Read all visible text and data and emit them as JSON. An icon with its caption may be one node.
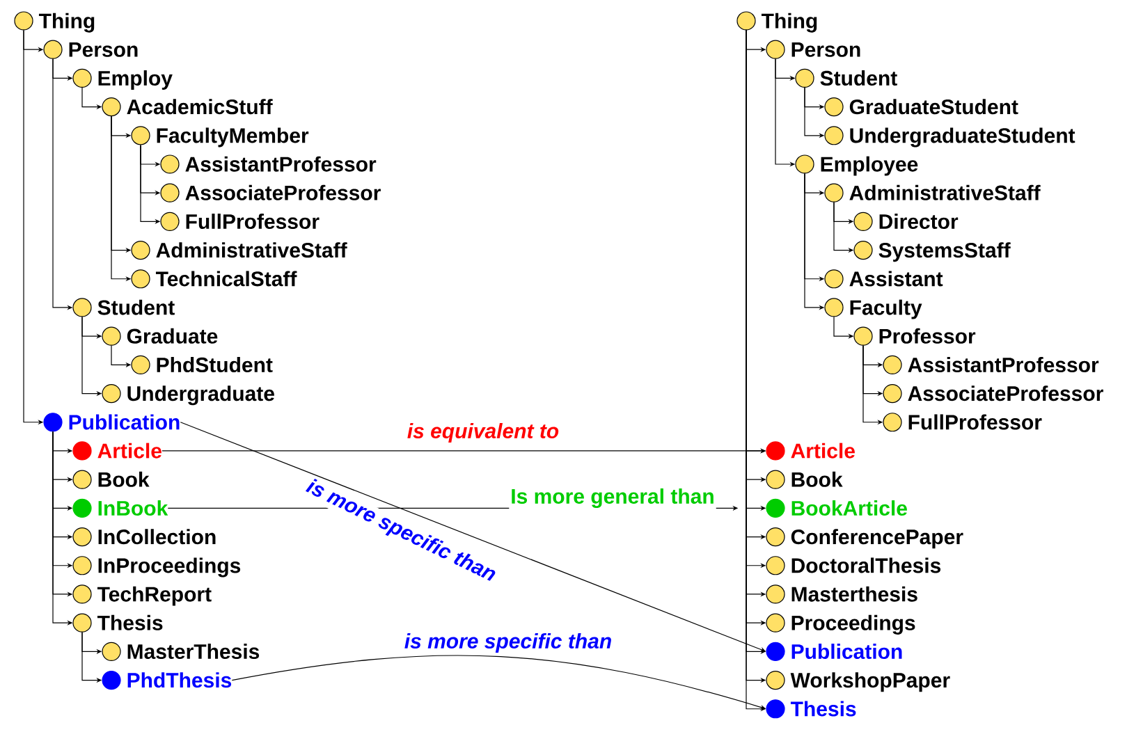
{
  "diagram": {
    "nodes": [
      {
        "text": [
          "Thing"
        ]
      },
      {
        "text": [
          "Person"
        ]
      },
      {
        "text": [
          "Employ"
        ]
      },
      {
        "text": [
          "AcademicStuff"
        ]
      },
      {
        "text": [
          "FacultyMember"
        ]
      },
      {
        "text": [
          "AssistantProfessor"
        ]
      },
      {
        "text": [
          "AssociateProfessor"
        ]
      },
      {
        "text": [
          "FullProfessor"
        ]
      },
      {
        "text": [
          "AdministrativeStaff"
        ]
      },
      {
        "text": [
          "TechnicalStaff"
        ]
      },
      {
        "text": [
          "Student"
        ]
      },
      {
        "text": [
          "Graduate"
        ]
      },
      {
        "text": [
          "PhdStudent"
        ]
      },
      {
        "text": [
          "Undergraduate"
        ]
      },
      {
        "text": [
          "Publication"
        ]
      },
      {
        "text": [
          "Article"
        ]
      },
      {
        "text": [
          "Book"
        ]
      },
      {
        "text": [
          "InBook"
        ]
      },
      {
        "text": [
          "InCollection"
        ]
      },
      {
        "text": [
          "InProceedings"
        ]
      },
      {
        "text": [
          "TechReport"
        ]
      },
      {
        "text": [
          "Thesis"
        ]
      },
      {
        "text": [
          "MasterThesis"
        ]
      },
      {
        "text": [
          "PhdThesis"
        ]
      },
      {
        "text": [
          "Thing"
        ]
      },
      {
        "text": [
          "Person"
        ]
      },
      {
        "text": [
          "Student"
        ]
      },
      {
        "text": [
          "GraduateStudent"
        ]
      },
      {
        "text": [
          "UndergraduateStudent"
        ]
      },
      {
        "text": [
          "Employee"
        ]
      },
      {
        "text": [
          "AdministrativeStaff"
        ]
      },
      {
        "text": [
          "Director"
        ]
      },
      {
        "text": [
          "SystemsStaff"
        ]
      },
      {
        "text": [
          "Assistant"
        ]
      },
      {
        "text": [
          "Faculty"
        ]
      },
      {
        "text": [
          "Professor"
        ]
      },
      {
        "text": [
          "AssistantProfessor"
        ]
      },
      {
        "text": [
          "AssociateProfessor"
        ]
      },
      {
        "text": [
          "FullProfessor"
        ]
      },
      {
        "text": [
          "Article"
        ]
      },
      {
        "text": [
          "Book"
        ]
      },
      {
        "text": [
          "BookArticle"
        ]
      },
      {
        "text": [
          "ConferencePaper"
        ]
      },
      {
        "text": [
          "DoctoralThesis"
        ]
      },
      {
        "text": [
          "Masterthesis"
        ]
      },
      {
        "text": [
          "Proceedings"
        ]
      },
      {
        "text": [
          "Publication"
        ]
      },
      {
        "text": [
          "WorkshopPaper"
        ]
      },
      {
        "text": [
          "Thesis"
        ]
      }
    ],
    "edges": [
      {
        "from": 0,
        "to": 1,
        "arrow": "to"
      },
      {
        "from": 1,
        "to": 2,
        "arrow": "to"
      },
      {
        "from": 2,
        "to": 3,
        "arrow": "to"
      },
      {
        "from": 3,
        "to": 4,
        "arrow": "to"
      },
      {
        "from": 4,
        "to": 5,
        "arrow": "to"
      },
      {
        "from": 4,
        "to": 6,
        "arrow": "to"
      },
      {
        "from": 4,
        "to": 7,
        "arrow": "to"
      },
      {
        "from": 3,
        "to": 8,
        "arrow": "to"
      },
      {
        "from": 3,
        "to": 9,
        "arrow": "to"
      },
      {
        "from": 1,
        "to": 10,
        "arrow": "to"
      },
      {
        "from": 10,
        "to": 11,
        "arrow": "to"
      },
      {
        "from": 11,
        "to": 12,
        "arrow": "to"
      },
      {
        "from": 10,
        "to": 13,
        "arrow": "to"
      },
      {
        "from": 0,
        "to": 14,
        "arrow": "to"
      },
      {
        "from": 14,
        "to": 15,
        "arrow": "to"
      },
      {
        "from": 14,
        "to": 16,
        "arrow": "to"
      },
      {
        "from": 14,
        "to": 17,
        "arrow": "to"
      },
      {
        "from": 14,
        "to": 18,
        "arrow": "to"
      },
      {
        "from": 14,
        "to": 19,
        "arrow": "to"
      },
      {
        "from": 14,
        "to": 20,
        "arrow": "to"
      },
      {
        "from": 14,
        "to": 21,
        "arrow": "to"
      },
      {
        "from": 21,
        "to": 22,
        "arrow": "to"
      },
      {
        "from": 21,
        "to": 23,
        "arrow": "to"
      },
      {
        "from": 24,
        "to": 25,
        "arrow": "to"
      },
      {
        "from": 25,
        "to": 26,
        "arrow": "to"
      },
      {
        "from": 26,
        "to": 27,
        "arrow": "to"
      },
      {
        "from": 26,
        "to": 28,
        "arrow": "to"
      },
      {
        "from": 25,
        "to": 29,
        "arrow": "to"
      },
      {
        "from": 29,
        "to": 30,
        "arrow": "to"
      },
      {
        "from": 30,
        "to": 31,
        "arrow": "to"
      },
      {
        "from": 30,
        "to": 32,
        "arrow": "to"
      },
      {
        "from": 29,
        "to": 33,
        "arrow": "to"
      },
      {
        "from": 29,
        "to": 34,
        "arrow": "to"
      },
      {
        "from": 34,
        "to": 35,
        "arrow": "to"
      },
      {
        "from": 35,
        "to": 36,
        "arrow": "to"
      },
      {
        "from": 35,
        "to": 37,
        "arrow": "to"
      },
      {
        "from": 35,
        "to": 38,
        "arrow": "to"
      },
      {
        "from": 24,
        "to": 39,
        "arrow": "to"
      },
      {
        "from": 24,
        "to": 40,
        "arrow": "to"
      },
      {
        "from": 24,
        "to": 41,
        "arrow": "to"
      },
      {
        "from": 24,
        "to": 42,
        "arrow": "to"
      },
      {
        "from": 24,
        "to": 43,
        "arrow": "to"
      },
      {
        "from": 24,
        "to": 44,
        "arrow": "to"
      },
      {
        "from": 24,
        "to": 45,
        "arrow": "to"
      },
      {
        "from": 24,
        "to": 46,
        "arrow": "to"
      },
      {
        "from": 24,
        "to": 47,
        "arrow": "to"
      },
      {
        "from": 24,
        "to": 48,
        "arrow": "to"
      },
      {
        "from": 15,
        "to": 39,
        "arrow": "to",
        "label": "is equivalent to"
      },
      {
        "from": 17,
        "to": 41,
        "arrow": "to",
        "label": "Is more general than"
      },
      {
        "from": 14,
        "to": 46,
        "arrow": "to",
        "label": "is more specific than"
      },
      {
        "from": 23,
        "to": 48,
        "arrow": "to",
        "label": "is more specific than"
      }
    ]
  }
}
